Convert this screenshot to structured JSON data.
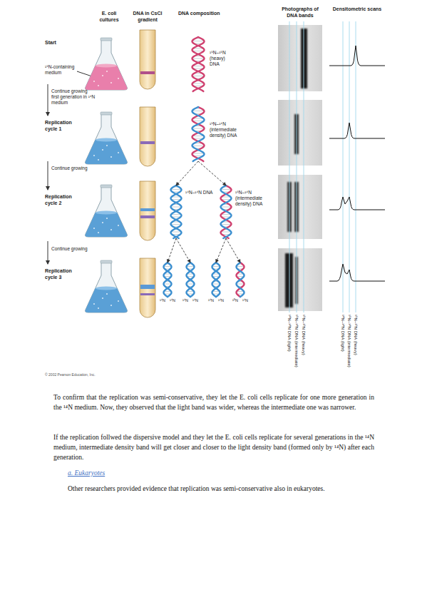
{
  "diagram": {
    "nodes": [
      {
        "text": [
          "¹⁵N–¹⁵N (heavy) DNA"
        ]
      },
      {
        "text": [
          "¹⁵N–¹⁴N (intermediate density) DNA"
        ]
      },
      {
        "text": [
          "¹⁴N–¹⁴N DNA"
        ]
      },
      {
        "text": [
          "¹⁵N–¹⁴N (intermediate density) DNA"
        ]
      },
      {
        "text": [
          "¹⁴N",
          "¹⁴N"
        ]
      },
      {
        "text": [
          "¹⁴N",
          "¹⁴N"
        ]
      },
      {
        "text": [
          "¹⁴N",
          "¹⁴N"
        ]
      },
      {
        "text": [
          "¹⁵N",
          "¹⁴N"
        ]
      }
    ],
    "edges": [
      {
        "from": 1,
        "to": 2,
        "arrow": "to"
      },
      {
        "from": 1,
        "to": 3,
        "arrow": "to"
      },
      {
        "from": 2,
        "to": 4,
        "arrow": "to"
      },
      {
        "from": 2,
        "to": 5,
        "arrow": "to"
      },
      {
        "from": 3,
        "to": 6,
        "arrow": "to"
      },
      {
        "from": 3,
        "to": 7,
        "arrow": "to"
      }
    ],
    "labels": [
      "E. coli cultures",
      "DNA in CsCl gradient",
      "DNA composition",
      "Photographs of DNA bands",
      "Densitometric scans",
      "Start",
      "¹⁵N-containing medium",
      "Continue growing first generation in ¹⁴N medium",
      "Replication cycle 1",
      "Continue growing",
      "Replication cycle 2",
      "Continue growing",
      "Replication cycle 3",
      "¹⁴N–¹⁴N DNA (light)",
      "¹⁵N–¹⁴N DNA (intermediate)",
      "¹⁵N–¹⁵N DNA (heavy)",
      "¹⁴N–¹⁴N DNA (light)",
      "¹⁵N–¹⁴N DNA (intermediate)",
      "¹⁵N–¹⁵N DNA (heavy)",
      "© 2002 Pearson Education, Inc.",
      "To confirm that the replication was semi-conservative, they let the E. coli cells replicate for one more generation in the ¹⁴N medium. Now, they observed that the light band was wider, whereas the intermediate one was narrower.",
      "If the replication follwed the dispersive model and they let the E. coli cells replicate for several generations in the ¹⁴N medium, intermediate density band will get closer and closer to the light density band (formed only by ¹⁴N) after each generation.",
      "a. Eukaryotes",
      "Other researchers provided evidence that replication was semi-conservative also in eukaryotes."
    ]
  }
}
